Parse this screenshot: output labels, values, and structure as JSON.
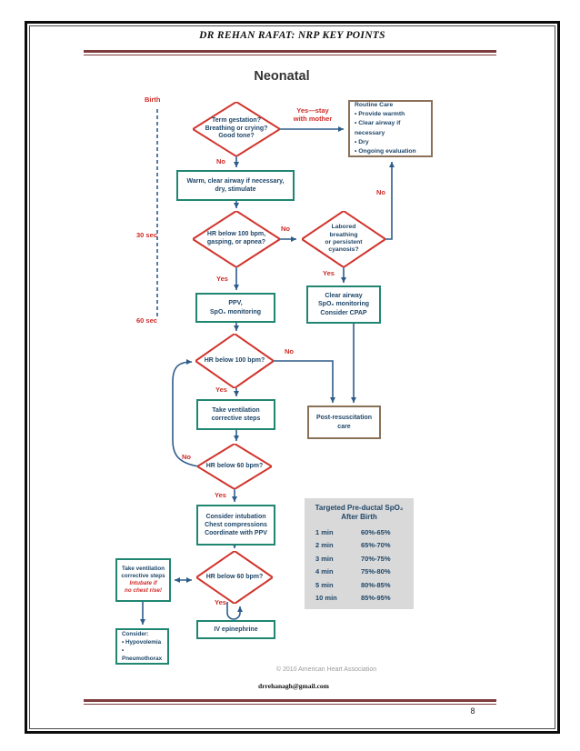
{
  "page": {
    "header": "DR REHAN RAFAT: NRP KEY POINTS",
    "title": "Neonatal",
    "copyright": "© 2010 American Heart Association",
    "email": "drrehanagh@gmail.com",
    "number": "8"
  },
  "colors": {
    "diamond_border": "#d1352d",
    "teal_border": "#208672",
    "brown_border": "#8a7158",
    "navy_text": "#1e4668",
    "red_label": "#cf2b28",
    "arrow": "#2e5c8a",
    "maroon_rule": "#7d3b3b",
    "table_bg": "#d9d9d9"
  },
  "timeline": {
    "birth": "Birth",
    "sec30": "30 sec",
    "sec60": "60 sec"
  },
  "labels": {
    "yes": "Yes",
    "no": "No",
    "yes_stay": [
      "Yes—stay",
      "with mother"
    ]
  },
  "nodes": {
    "d1": {
      "lines": [
        "Term gestation?",
        "Breathing or crying?",
        "Good tone?"
      ]
    },
    "routine": {
      "lines": [
        "Routine Care",
        "• Provide warmth",
        "• Clear airway if necessary",
        "• Dry",
        "• Ongoing evaluation"
      ]
    },
    "warm": {
      "lines": [
        "Warm, clear airway if necessary,",
        "dry, stimulate"
      ]
    },
    "d2": {
      "lines": [
        "HR below 100 bpm,",
        "gasping, or apnea?"
      ]
    },
    "d3": {
      "lines": [
        "Labored",
        "breathing",
        "or persistent",
        "cyanosis?"
      ]
    },
    "ppv": {
      "lines": [
        "PPV,",
        "SpO₂ monitoring"
      ]
    },
    "clear_airway": {
      "lines": [
        "Clear airway",
        "SpO₂ monitoring",
        "Consider CPAP"
      ]
    },
    "d4": {
      "lines": [
        "HR below 100 bpm?"
      ]
    },
    "post_resus": {
      "lines": [
        "Post-resuscitation",
        "care"
      ]
    },
    "take_vent": {
      "lines": [
        "Take ventilation",
        "corrective steps"
      ]
    },
    "d5": {
      "lines": [
        "HR below 60 bpm?"
      ]
    },
    "consider_intub": {
      "lines": [
        "Consider intubation",
        "Chest compressions",
        "Coordinate with PPV"
      ]
    },
    "left_vent": {
      "lines": [
        "Take ventilation",
        "corrective steps"
      ],
      "warning": [
        "Intubate if",
        "no chest rise!"
      ]
    },
    "d6": {
      "lines": [
        "HR below 60 bpm?"
      ]
    },
    "iv_epi": {
      "lines": [
        "IV epinephrine"
      ]
    },
    "consider": {
      "lines": [
        "Consider:",
        "• Hypovolemia",
        "• Pneumothorax"
      ]
    }
  },
  "spo2_table": {
    "title": [
      "Targeted Pre-ductal SpO₂",
      "After Birth"
    ],
    "rows": [
      {
        "time": "1 min",
        "range": "60%-65%"
      },
      {
        "time": "2 min",
        "range": "65%-70%"
      },
      {
        "time": "3 min",
        "range": "70%-75%"
      },
      {
        "time": "4 min",
        "range": "75%-80%"
      },
      {
        "time": "5 min",
        "range": "80%-85%"
      },
      {
        "time": "10 min",
        "range": "85%-95%"
      }
    ]
  }
}
